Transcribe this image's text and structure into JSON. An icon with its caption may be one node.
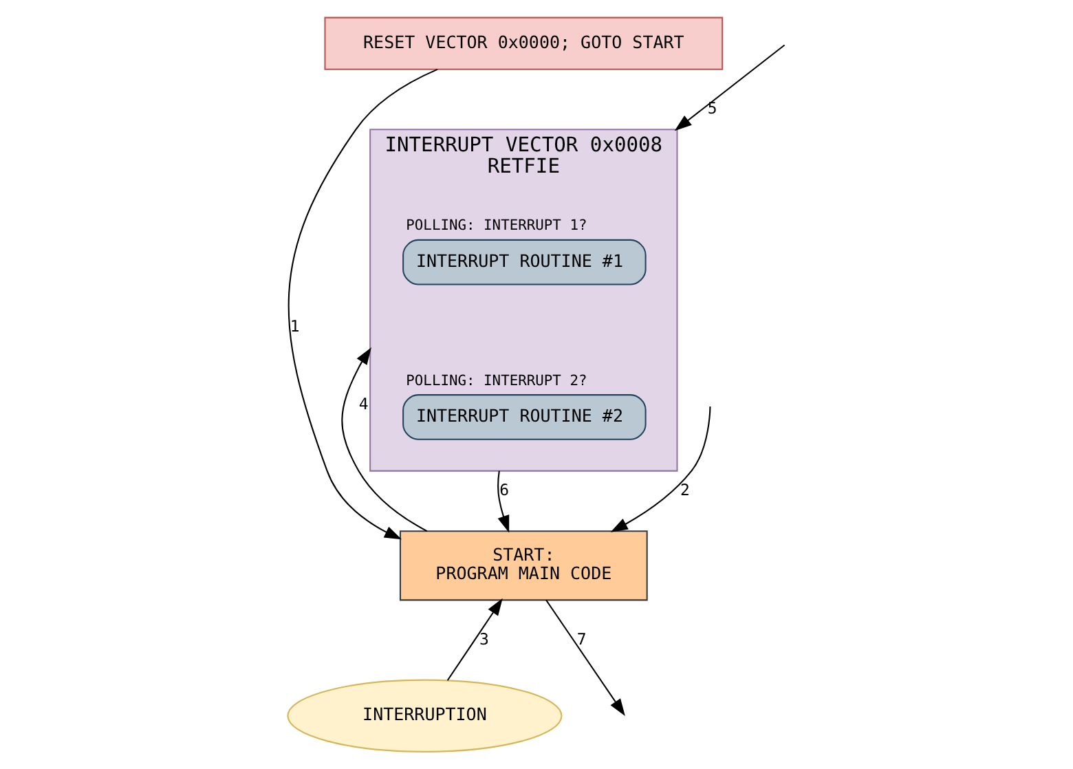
{
  "diagram": {
    "nodes": [
      {
        "text": [
          "RESET VECTOR 0x0000; GOTO START"
        ]
      },
      {
        "text": [
          "INTERRUPT VECTOR 0x0008",
          "RETFIE"
        ]
      },
      {
        "text": [
          "INTERRUPT ROUTINE #1"
        ],
        "in": 1,
        "beside": [
          "POLLING: INTERRUPT 1?"
        ]
      },
      {
        "text": [
          "INTERRUPT ROUTINE #2"
        ],
        "in": 1,
        "beside": [
          "POLLING: INTERRUPT 2?"
        ]
      },
      {
        "text": [
          "START:",
          "PROGRAM MAIN CODE"
        ]
      },
      {
        "text": [
          "INTERRUPTION"
        ]
      }
    ],
    "edges": [
      {
        "from": 0,
        "to": 4,
        "arrow": "to",
        "label": "1"
      },
      {
        "from": null,
        "to": 4,
        "arrow": "to",
        "label": "2"
      },
      {
        "from": 5,
        "to": 4,
        "arrow": "to",
        "label": "3"
      },
      {
        "from": 4,
        "to": 1,
        "arrow": "to",
        "label": "4"
      },
      {
        "from": null,
        "to": 1,
        "arrow": "to",
        "label": "5"
      },
      {
        "from": 1,
        "to": 4,
        "arrow": "to",
        "label": "6"
      },
      {
        "from": 4,
        "to": null,
        "arrow": "to",
        "label": "7"
      }
    ]
  }
}
